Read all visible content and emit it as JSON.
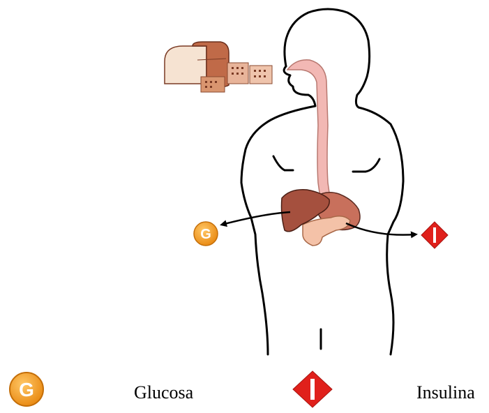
{
  "legend": {
    "glucose": {
      "label": "Glucosa",
      "icon": "glucose-g-icon",
      "symbol": "G",
      "color": "#F39A1E"
    },
    "insulin": {
      "label": "Insulina",
      "icon": "insulin-diamond-icon",
      "color": "#E0201B"
    }
  },
  "diagram": {
    "glucose_marker_symbol": "G",
    "colors": {
      "outline": "#000000",
      "esophagus": "#F2B8B4",
      "liver": "#A5503E",
      "stomach": "#C8705C",
      "pancreas": "#F4C2A8",
      "bread_crust": "#C06A48",
      "bread_crumb": "#F6E3D2"
    }
  }
}
